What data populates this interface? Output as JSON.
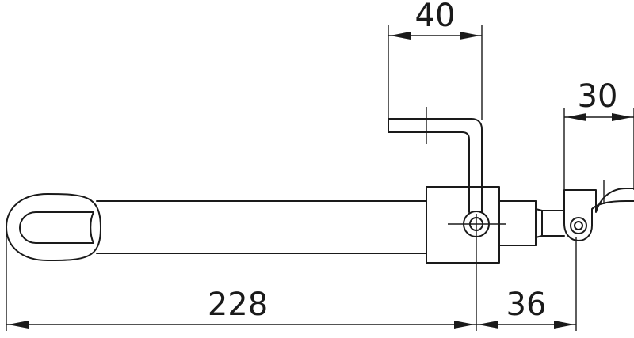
{
  "drawing": {
    "dimensions": [
      {
        "id": "overall_length",
        "label": "228"
      },
      {
        "id": "top_bracket_width",
        "label": "40"
      },
      {
        "id": "right_bracket_width",
        "label": "30"
      },
      {
        "id": "pivot_offset",
        "label": "36"
      }
    ]
  }
}
